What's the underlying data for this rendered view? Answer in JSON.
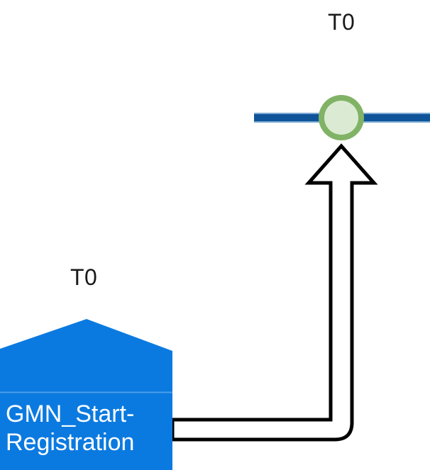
{
  "diagram": {
    "kind": "process-flow-diagram",
    "background_color": "#ffffff",
    "task": {
      "name": "GMN_Start-Registration",
      "text": "GMN_Start-\nRegistration",
      "time_label": "T0",
      "fill_color": "#0b7ae0",
      "text_color": "#ffffff",
      "divider_color": "#4a9fe8",
      "shape": "pentagon-home"
    },
    "event": {
      "time_label": "T0",
      "ring_color": "#81b366",
      "fill_color": "#dbebd3",
      "shape": "circle"
    },
    "lane_line": {
      "color": "#0f5499",
      "edge_color": "#7aa8d2"
    },
    "connector": {
      "name": "thick-hollow-arrow",
      "stroke_color": "#000000",
      "fill_color": "#ffffff",
      "direction": "up"
    }
  }
}
